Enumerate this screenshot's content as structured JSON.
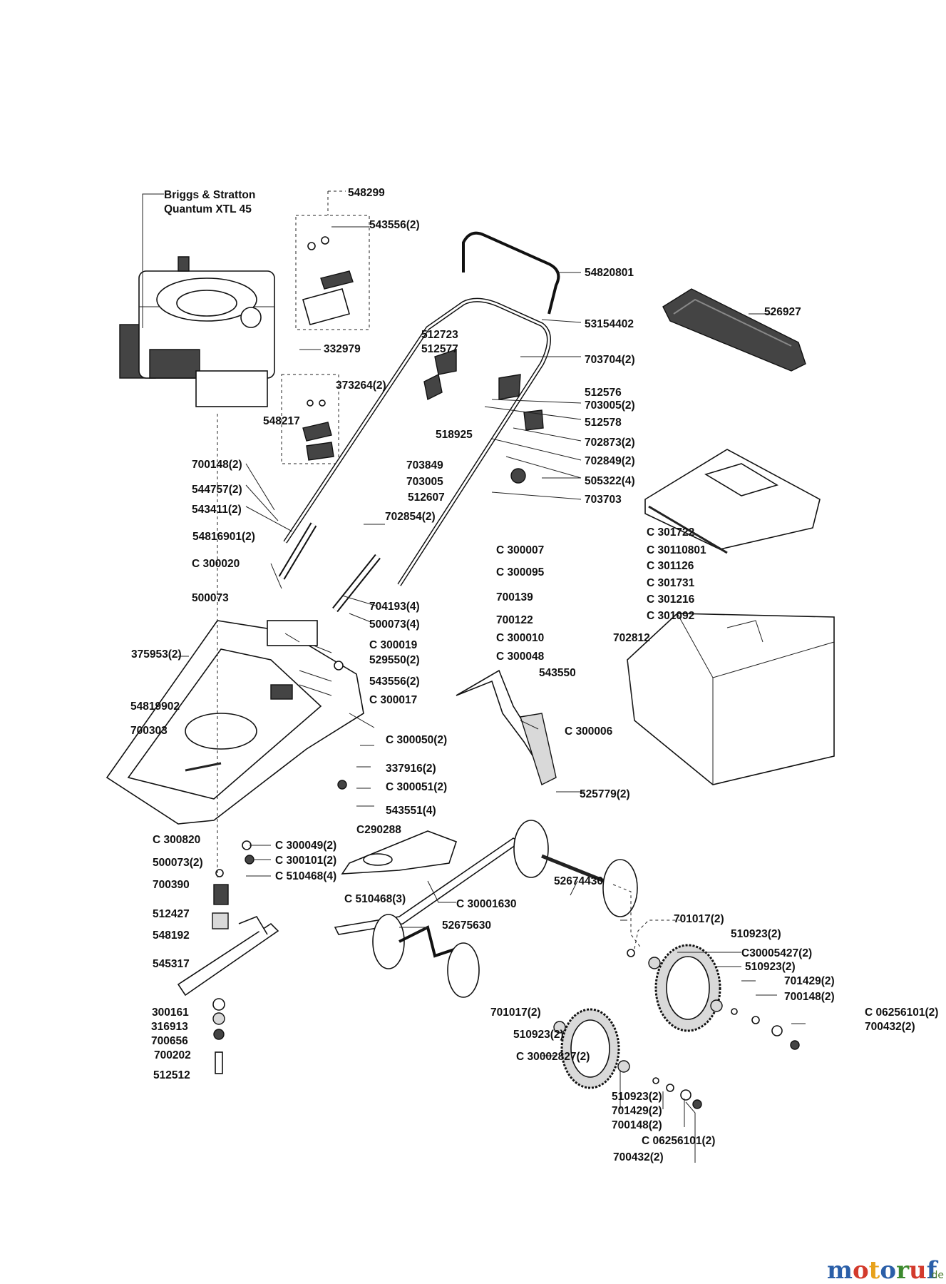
{
  "labels": {
    "engine_line1": "Briggs & Stratton",
    "engine_line2": "Quantum XTL 45",
    "p548299": "548299",
    "p543556_2a": "543556(2)",
    "p54820801": "54820801",
    "p526927": "526927",
    "p53154402": "53154402",
    "p332979": "332979",
    "p512723": "512723",
    "p512577": "512577",
    "p703704_2": "703704(2)",
    "p373264_2": "373264(2)",
    "p512576": "512576",
    "p703005_2": "703005(2)",
    "p548217": "548217",
    "p512578": "512578",
    "p518925": "518925",
    "p702873_2": "702873(2)",
    "p702849_2": "702849(2)",
    "p700148_2a": "700148(2)",
    "p703849": "703849",
    "p703005": "703005",
    "p505322_4": "505322(4)",
    "p544757_2": "544757(2)",
    "p512607": "512607",
    "p703703": "703703",
    "p543411_2": "543411(2)",
    "p702854_2": "702854(2)",
    "c301722": "C 301722",
    "p54816901_2": "54816901(2)",
    "c300007": "C 300007",
    "c30110801": "C 30110801",
    "c300020": "C 300020",
    "c300095": "C 300095",
    "c301126": "C 301126",
    "c301731": "C 301731",
    "p500073": "500073",
    "p704193_4": "704193(4)",
    "p700139": "700139",
    "c301216": "C 301216",
    "c301092": "C 301092",
    "p500073_4": "500073(4)",
    "p700122": "700122",
    "c300010": "C 300010",
    "p702812": "702812",
    "c300019": "C 300019",
    "p375953_2": "375953(2)",
    "c300048": "C 300048",
    "p529550_2": "529550(2)",
    "p543550": "543550",
    "p543556_2b": "543556(2)",
    "c300017": "C 300017",
    "p54819902": "54819902",
    "p700303": "700303",
    "c300006": "C 300006",
    "c300050_2": "C 300050(2)",
    "p337916_2": "337916(2)",
    "c300051_2": "C 300051(2)",
    "p525779_2": "525779(2)",
    "p543551_4": "543551(4)",
    "c290288": "C290288",
    "c300820": "C 300820",
    "c300049_2": "C 300049(2)",
    "p500073_2": "500073(2)",
    "c300101_2": "C 300101(2)",
    "p700390": "700390",
    "c510468_4": "C 510468(4)",
    "p52674430": "52674430",
    "c510468_3": "C 510468(3)",
    "c30001630": "C 30001630",
    "p512427": "512427",
    "p52675630": "52675630",
    "p701017_2a": "701017(2)",
    "p548192": "548192",
    "p510923_2a": "510923(2)",
    "c30005427_2": "C30005427(2)",
    "p545317": "545317",
    "p510923_2b": "510923(2)",
    "p701429_2a": "701429(2)",
    "p700148_2b": "700148(2)",
    "p300161": "300161",
    "p701017_2b": "701017(2)",
    "c06256101_2a": "C 06256101(2)",
    "p316913": "316913",
    "p700432_2a": "700432(2)",
    "p700656": "700656",
    "p510923_2c": "510923(2)",
    "p700202": "700202",
    "c30002827_2": "C 30002827(2)",
    "p512512": "512512",
    "p510923_2d": "510923(2)",
    "p701429_2b": "701429(2)",
    "p700148_2c": "700148(2)",
    "c06256101_2b": "C 06256101(2)",
    "p700432_2b": "700432(2)"
  },
  "watermark": {
    "brand_m": "m",
    "brand_o1": "o",
    "brand_t": "t",
    "brand_o2": "o",
    "brand_r": "r",
    "brand_u": "u",
    "brand_f": "f",
    "suffix": ".de"
  },
  "colors": {
    "watermark_letters": [
      "#2b5fa8",
      "#d33a2c",
      "#e8a21c",
      "#2b5fa8",
      "#3c8a2e",
      "#d33a2c",
      "#2b5fa8"
    ],
    "line": "#222222",
    "dark_part": "#444444"
  }
}
